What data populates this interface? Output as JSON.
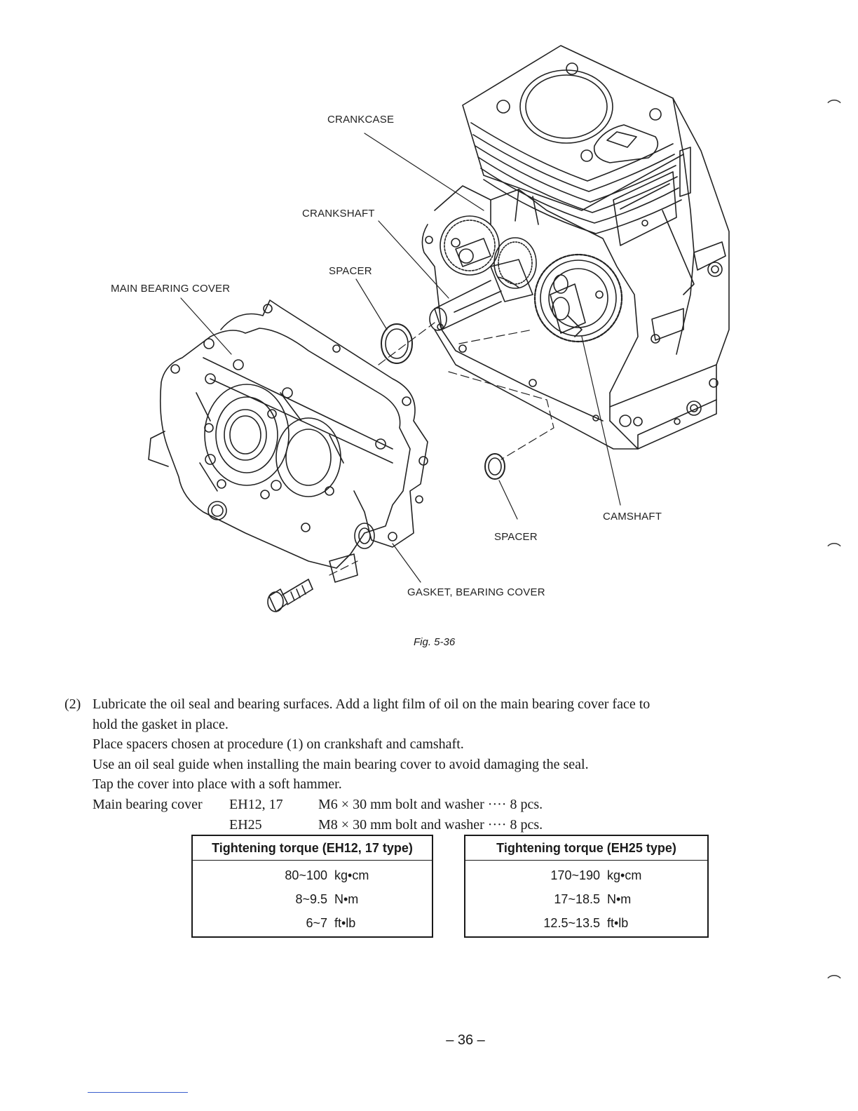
{
  "figure": {
    "labels": {
      "crankcase": "CRANKCASE",
      "crankshaft": "CRANKSHAFT",
      "spacer_top": "SPACER",
      "main_bearing_cover": "MAIN BEARING COVER",
      "camshaft": "CAMSHAFT",
      "spacer_bottom": "SPACER",
      "gasket": "GASKET, BEARING COVER"
    },
    "caption": "Fig. 5-36"
  },
  "instructions": {
    "number": "(2)",
    "line1": "Lubricate the oil seal and bearing surfaces. Add a light film of oil on the main bearing cover face to",
    "line2": "hold the gasket in place.",
    "line3": "Place spacers chosen at procedure (1) on crankshaft and camshaft.",
    "line4": "Use an oil seal guide when installing the main bearing cover to avoid damaging the seal.",
    "line5": "Tap the cover into place with a soft hammer.",
    "spec1_label": "Main bearing cover",
    "spec1_model": "EH12, 17",
    "spec1_detail": "M6 × 30 mm bolt and washer ···· 8 pcs.",
    "spec2_model": "EH25",
    "spec2_detail": "M8 × 30 mm bolt and washer ···· 8 pcs."
  },
  "torque_tables": [
    {
      "title": "Tightening torque (EH12, 17 type)",
      "rows": [
        {
          "value": "80~100",
          "unit": "kg•cm"
        },
        {
          "value": "8~9.5",
          "unit": "N•m"
        },
        {
          "value": "6~7",
          "unit": "ft•lb"
        }
      ]
    },
    {
      "title": "Tightening torque (EH25 type)",
      "rows": [
        {
          "value": "170~190",
          "unit": "kg•cm"
        },
        {
          "value": "17~18.5",
          "unit": "N•m"
        },
        {
          "value": "12.5~13.5",
          "unit": "ft•lb"
        }
      ]
    }
  ],
  "page_number": "– 36 –"
}
